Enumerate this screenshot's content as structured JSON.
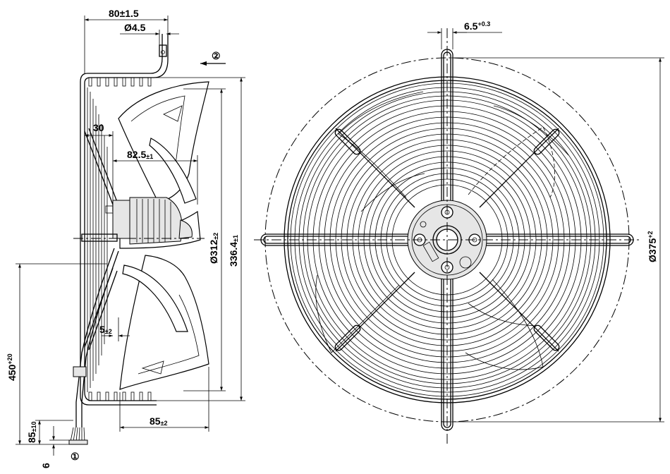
{
  "dimensions": {
    "width_80": "80±1.5",
    "bore_45": "Ø4.5",
    "arrow_2": "②",
    "depth_30": "30",
    "depth_825": "82.5",
    "depth_825_tol": "±1",
    "dia_312": "Ø312",
    "dia_312_tol": "±2",
    "h_3364": "336.4",
    "h_3364_tol": "±1",
    "offset_5": "5",
    "offset_5_tol": "±2",
    "cable_450": "450",
    "cable_450_tol": "+20",
    "depth_85": "85",
    "depth_85_tol": "±2",
    "strip_85": "85",
    "strip_85_tol": "±10",
    "end_6": "6",
    "marker_1": "①",
    "slot_65": "6.5",
    "slot_65_tol": "+0.3",
    "dia_375": "Ø375",
    "dia_375_tol": "+2"
  }
}
